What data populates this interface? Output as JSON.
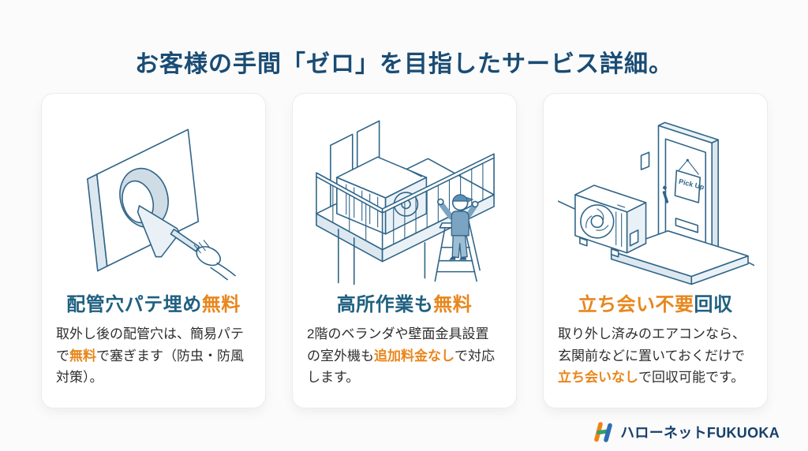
{
  "title": "お客様の手間「ゼロ」を目指したサービス詳細。",
  "colors": {
    "title_blue": "#1a4c74",
    "heading_blue": "#1f6080",
    "accent_orange": "#e8861c",
    "body_text": "#2e2e2e",
    "line_art_blue": "#2f6588",
    "card_background": "#ffffff"
  },
  "cards": [
    {
      "id": "putty-fill-free",
      "illustration": "wall with pipe hole being filled with putty by hand holding trowel",
      "heading": [
        {
          "t": "配管穴パテ埋め",
          "c": "blue"
        },
        {
          "t": "無料",
          "c": "orange"
        }
      ],
      "body": [
        {
          "t": "取外し後の配管穴は、簡易パテで",
          "c": "plain"
        },
        {
          "t": "無料",
          "c": "orange"
        },
        {
          "t": "で塞ぎます（防虫・防風対策）。",
          "c": "plain"
        }
      ]
    },
    {
      "id": "high-place-work-free",
      "illustration": "worker on stepladder reaching outdoor AC unit on second-floor balcony",
      "heading": [
        {
          "t": "高所作業も",
          "c": "blue"
        },
        {
          "t": "無料",
          "c": "orange"
        }
      ],
      "body": [
        {
          "t": "2階のベランダや壁面金具設置の室外機も",
          "c": "plain"
        },
        {
          "t": "追加料金なし",
          "c": "orange"
        },
        {
          "t": "で対応します。",
          "c": "plain"
        }
      ]
    },
    {
      "id": "no-attendance-pickup",
      "illustration": "removed outdoor AC unit placed in front of entrance door with Pick Up sign",
      "sign_label": "Pick Up",
      "heading": [
        {
          "t": "立ち会い不要",
          "c": "orange"
        },
        {
          "t": "回収",
          "c": "blue"
        }
      ],
      "body": [
        {
          "t": "取り外し済みのエアコンなら、玄関前などに置いておくだけで",
          "c": "plain"
        },
        {
          "t": "立ち会いなし",
          "c": "orange"
        },
        {
          "t": "で回収可能です。",
          "c": "plain"
        }
      ]
    }
  ],
  "footer": {
    "brand": "ハローネットFUKUOKA"
  }
}
